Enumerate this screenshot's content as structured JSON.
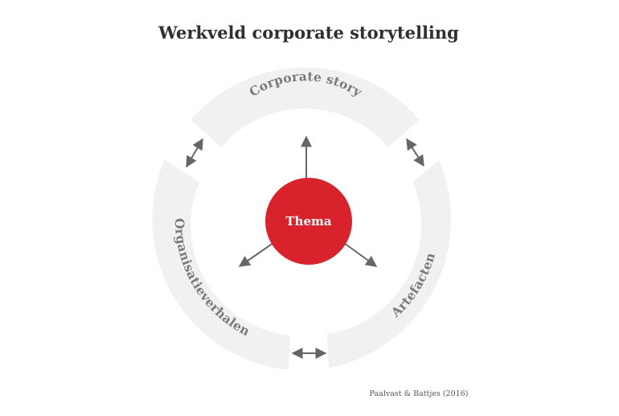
{
  "title": "Werkveld corporate storytelling",
  "center": {
    "label": "Thema"
  },
  "segments": {
    "top": "Corporate story",
    "left": "Organisatieverhalen",
    "right": "Artefacten"
  },
  "credit": "Paalvast & Battjes (2016)",
  "colors": {
    "accent": "#d9232c",
    "segment_fill": "#f1f1f1",
    "segment_text": "#7a7a7a",
    "arrow": "#666666",
    "title": "#2f2f2f"
  },
  "icons": {
    "center_arrows": "arrow-icon",
    "ring_connectors": "double-arrow-icon"
  }
}
